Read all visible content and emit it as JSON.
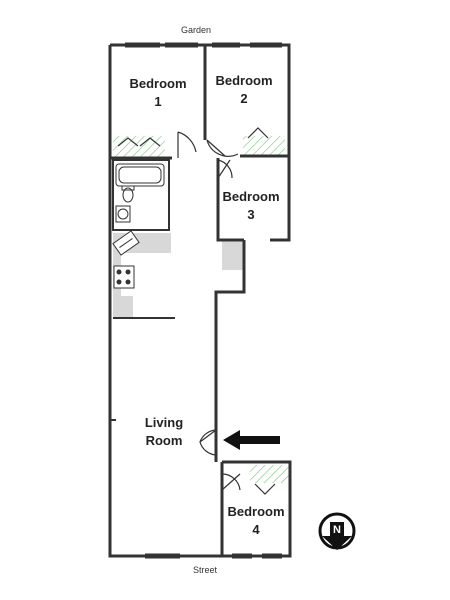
{
  "plan": {
    "top_label": "Garden",
    "bottom_label": "Street",
    "rooms": {
      "bedroom1": {
        "name": "Bedroom",
        "number": "1"
      },
      "bedroom2": {
        "name": "Bedroom",
        "number": "2"
      },
      "bedroom3": {
        "name": "Bedroom",
        "number": "3"
      },
      "bedroom4": {
        "name": "Bedroom",
        "number": "4"
      },
      "living": {
        "name": "Living",
        "number": "Room"
      }
    },
    "compass_letter": "N",
    "colors": {
      "wall": "#333333",
      "hatch": "#7cc47c",
      "gray_fill": "#d8d8d8"
    }
  }
}
